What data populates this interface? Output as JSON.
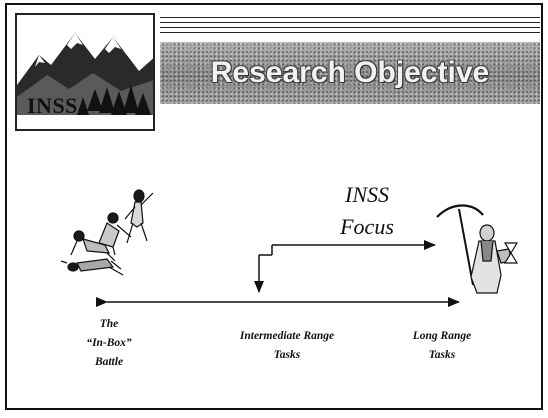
{
  "logo": {
    "text": "INSS"
  },
  "title": "Research Objective",
  "focus": {
    "line1": "INSS",
    "line2": "Focus"
  },
  "axis_labels": {
    "inbox": [
      "The",
      "“In-Box”",
      "Battle"
    ],
    "intermediate": [
      "Intermediate Range",
      "Tasks"
    ],
    "long": [
      "Long Range",
      "Tasks"
    ]
  }
}
